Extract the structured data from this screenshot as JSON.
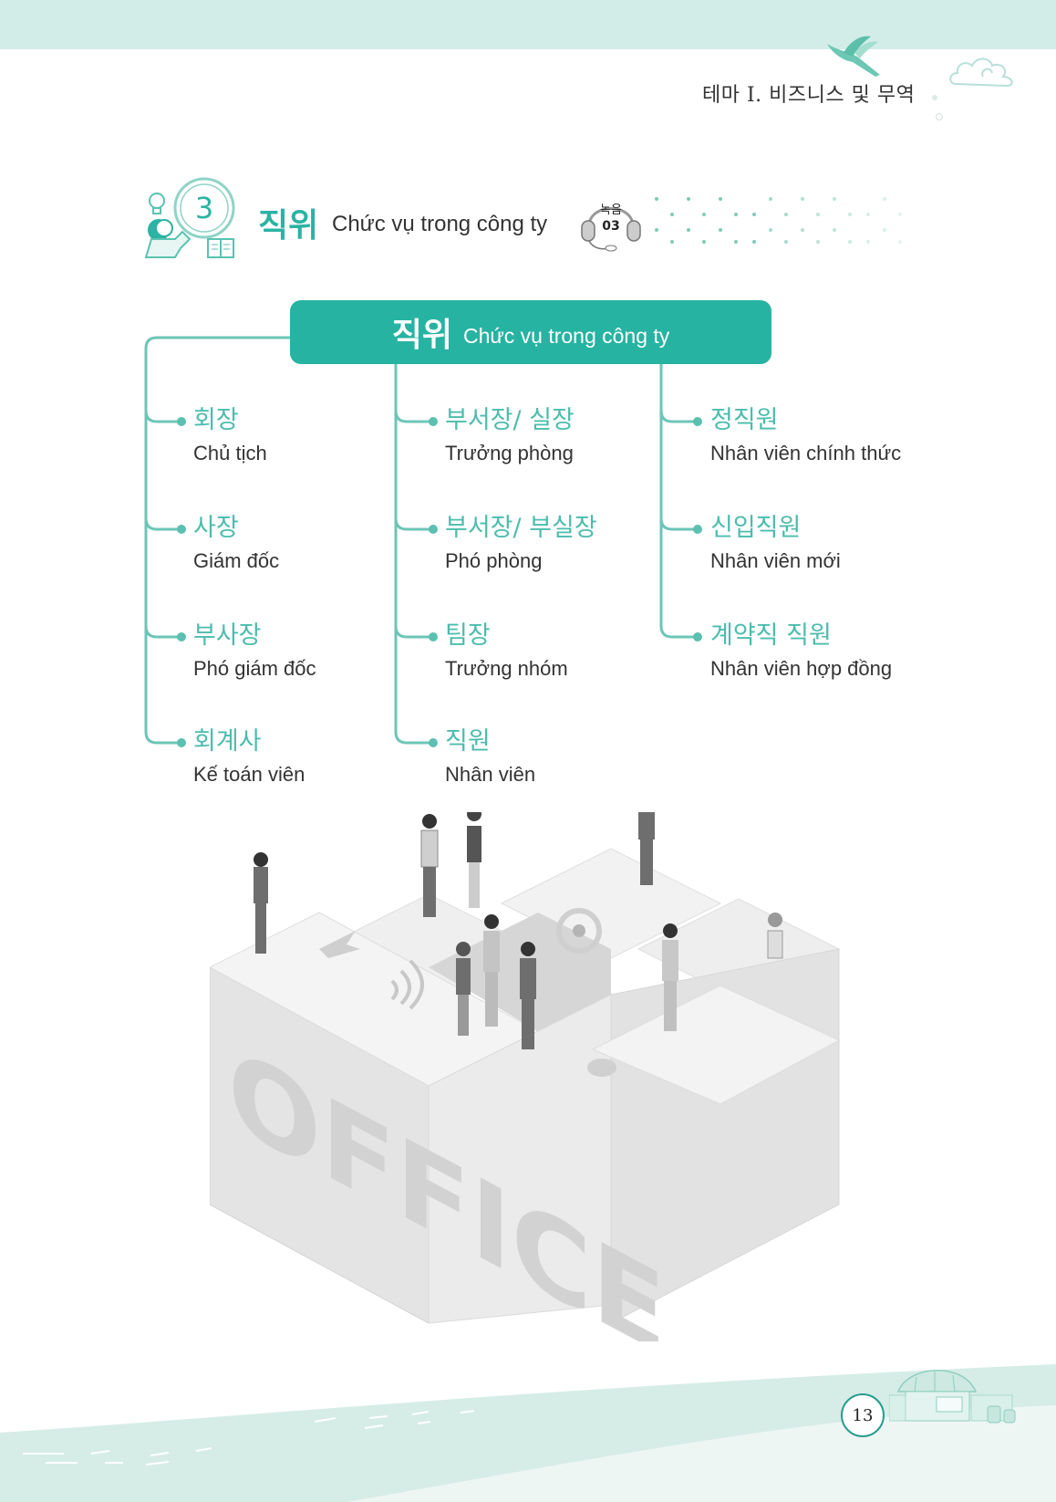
{
  "header": {
    "theme_title": "테마 I. 비즈니스 및 무역",
    "band_color": "#d2ece8"
  },
  "section": {
    "number": "3",
    "title_kr": "직위",
    "title_vi": "Chức vụ trong công ty",
    "audio_label": "녹음",
    "audio_track": "03"
  },
  "diagram": {
    "root": {
      "kr": "직위",
      "vi": "Chức vụ trong công ty"
    },
    "accent_color": "#27b3a2",
    "columns": [
      {
        "items": [
          {
            "kr": "회장",
            "vi": "Chủ tịch"
          },
          {
            "kr": "사장",
            "vi": "Giám đốc"
          },
          {
            "kr": "부사장",
            "vi": "Phó giám đốc"
          },
          {
            "kr": "회계사",
            "vi": "Kế toán viên"
          }
        ]
      },
      {
        "items": [
          {
            "kr": "부서장/ 실장",
            "vi": "Trưởng phòng"
          },
          {
            "kr": "부서장/ 부실장",
            "vi": "Phó phòng"
          },
          {
            "kr": "팀장",
            "vi": "Trưởng nhóm"
          },
          {
            "kr": "직원",
            "vi": "Nhân viên"
          }
        ]
      },
      {
        "items": [
          {
            "kr": "정직원",
            "vi": "Nhân viên chính thức"
          },
          {
            "kr": "신입직원",
            "vi": "Nhân viên mới"
          },
          {
            "kr": "계약직 직원",
            "vi": "Nhân viên hợp đồng"
          }
        ]
      }
    ]
  },
  "illustration": {
    "word": "OFFICE"
  },
  "footer": {
    "page_number": "13"
  }
}
